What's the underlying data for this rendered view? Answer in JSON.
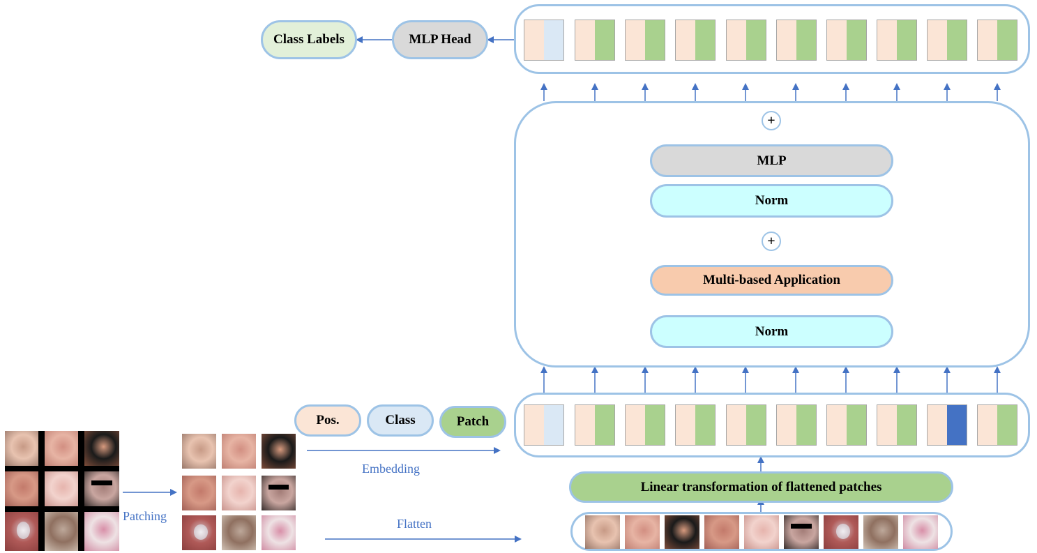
{
  "nodes": {
    "class_labels": "Class Labels",
    "mlp_head": "MLP Head",
    "mlp": "MLP",
    "norm_top": "Norm",
    "attention": "Multi-based Application",
    "norm_bottom": "Norm",
    "linear": "Linear transformation of flattened patches",
    "pos": "Pos.",
    "class": "Class",
    "patch": "Patch",
    "plus_top": "+",
    "plus_bottom": "+"
  },
  "edge_labels": {
    "patching": "Patching",
    "embedding": "Embedding",
    "flatten": "Flatten"
  },
  "colors": {
    "border": "#9dc3e6",
    "arrow": "#4472c4",
    "pos": "#fbe5d6",
    "class": "#dae8f5",
    "patch": "#a9d18e",
    "highlight": "#4472c4",
    "mlp": "#d9d9d9",
    "norm": "#ccffff",
    "attention": "#f8cbad",
    "linear": "#a9d18e",
    "labels_bg": "#e2f0d9"
  },
  "images": [
    "face-neck",
    "cheek",
    "hand-dark",
    "acne",
    "nose",
    "face-bar",
    "cyst",
    "skin-bumps",
    "pink-spots"
  ]
}
